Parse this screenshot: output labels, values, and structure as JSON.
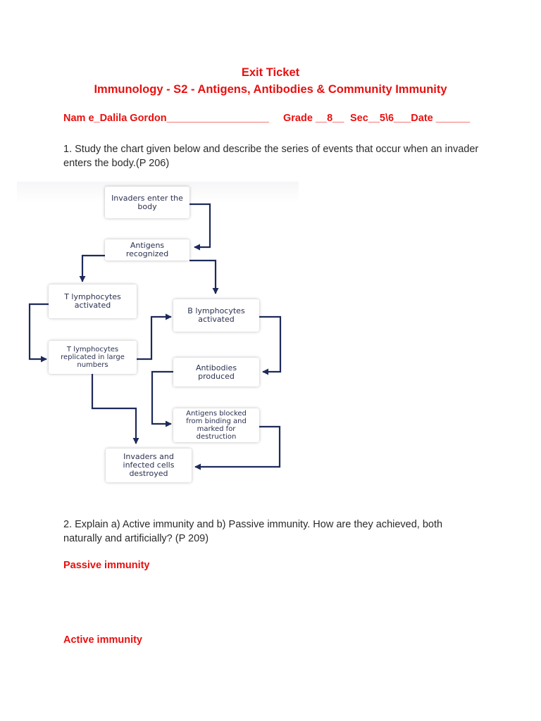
{
  "header": {
    "title": "Exit Ticket",
    "subtitle": "Immunology - S2 - Antigens, Antibodies & Community Immunity"
  },
  "student_line": {
    "name": "Nam e_Dalila Gordon__________________",
    "grade": "Grade __8__",
    "section": "Sec__5\\6___Date ______"
  },
  "question1": {
    "text": "1. Study the chart given below and describe the series of events that occur when an invader enters the body.(P 206)"
  },
  "flowchart": {
    "nodes": {
      "invaders_enter": "Invaders enter the body",
      "antigens_recognized": "Antigens recognized",
      "t_activated": "T lymphocytes activated",
      "t_replicated": "T lymphocytes replicated in large numbers",
      "b_activated": "B lymphocytes activated",
      "antibodies_produced": "Antibodies produced",
      "antigens_blocked": "Antigens blocked from binding and marked for destruction",
      "destroyed": "Invaders and infected cells destroyed"
    },
    "arrow_color": "#1e2a5a"
  },
  "question2": {
    "text": "2. Explain a) Active immunity and b) Passive immunity. How are they achieved, both naturally and artificially?  (P 209)"
  },
  "answers": {
    "passive_label": "Passive immunity",
    "active_label": "Active immunity"
  },
  "colors": {
    "accent_red": "#e8100f",
    "diagram_navy": "#1e2a5a"
  }
}
